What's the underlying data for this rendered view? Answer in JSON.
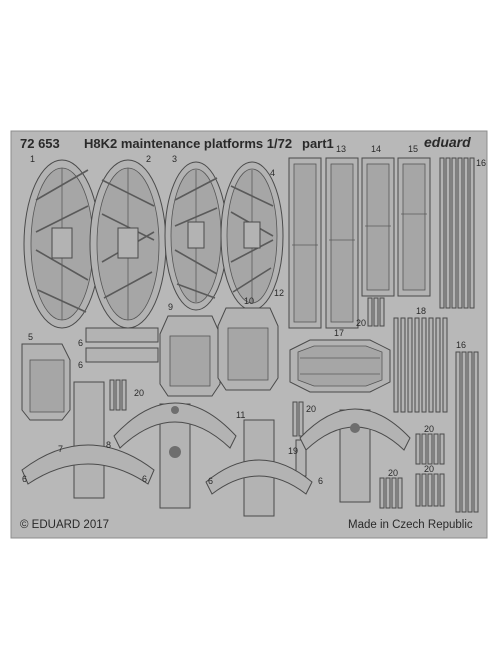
{
  "header": {
    "set_number": "72 653",
    "title": "H8K2 maintenance platforms 1/72",
    "part_label": "part1",
    "brand": "eduard"
  },
  "footer": {
    "copyright": "© EDUARD 2017",
    "origin": "Made in Czech Republic"
  },
  "part_numbers": {
    "p1": "1",
    "p2": "2",
    "p3": "3",
    "p4": "4",
    "p5": "5",
    "p6a": "6",
    "p6b": "6",
    "p6c": "6",
    "p6d": "6",
    "p6e": "6",
    "p6f": "6",
    "p7": "7",
    "p8": "8",
    "p9": "9",
    "p10": "10",
    "p11": "11",
    "p12": "12",
    "p13": "13",
    "p14": "14",
    "p15": "15",
    "p16a": "16",
    "p16b": "16",
    "p17": "17",
    "p18": "18",
    "p19": "19",
    "p20a": "20",
    "p20b": "20",
    "p20c": "20",
    "p20d": "20",
    "p20e": "20",
    "p20f": "20"
  },
  "colors": {
    "background": "#ffffff",
    "fret": "#b8b8b8",
    "fret_edge": "#8c8c8c",
    "text": "#2a2a2a"
  }
}
